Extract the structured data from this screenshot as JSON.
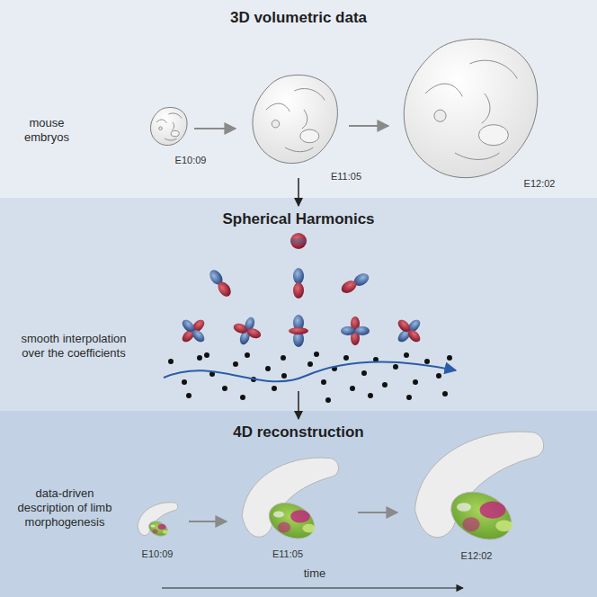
{
  "diagram": {
    "nodes": [
      {
        "text": [
          "3D volumetric data",
          "mouse embryos"
        ]
      },
      {
        "text": [
          "Spherical Harmonics",
          "smooth interpolation over the coefficients"
        ]
      },
      {
        "text": [
          "4D reconstruction",
          "data-driven description of limb morphogenesis"
        ]
      }
    ],
    "edges": [
      {
        "from": 0,
        "to": 1,
        "arrow": "to"
      },
      {
        "from": 1,
        "to": 2,
        "arrow": "to"
      }
    ],
    "labels": [
      "E10:09",
      "E11:05",
      "E12:02",
      "E10:09",
      "E11:05",
      "E12:02",
      "time"
    ]
  }
}
